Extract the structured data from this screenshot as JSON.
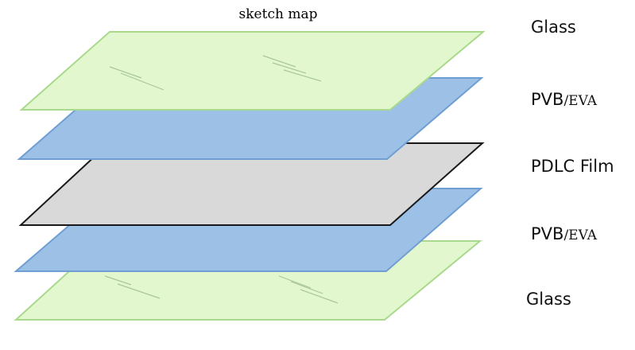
{
  "title": "sketch map",
  "labels": {
    "glass_top": "Glass",
    "pvb_top": {
      "main": "PVB",
      "suffix": "/EVA"
    },
    "pdlc": "PDLC Film",
    "pvb_bottom": {
      "main": "PVB",
      "suffix": "/EVA"
    },
    "glass_bottom": "Glass"
  },
  "colors": {
    "glass_fill": "#e3f7cf",
    "glass_stroke": "#a9d98c",
    "pvb_fill": "#9dc1e6",
    "pvb_stroke": "#6f9fd2",
    "pdlc_fill": "#d9d9d9",
    "pdlc_stroke": "#1a1a1a"
  }
}
